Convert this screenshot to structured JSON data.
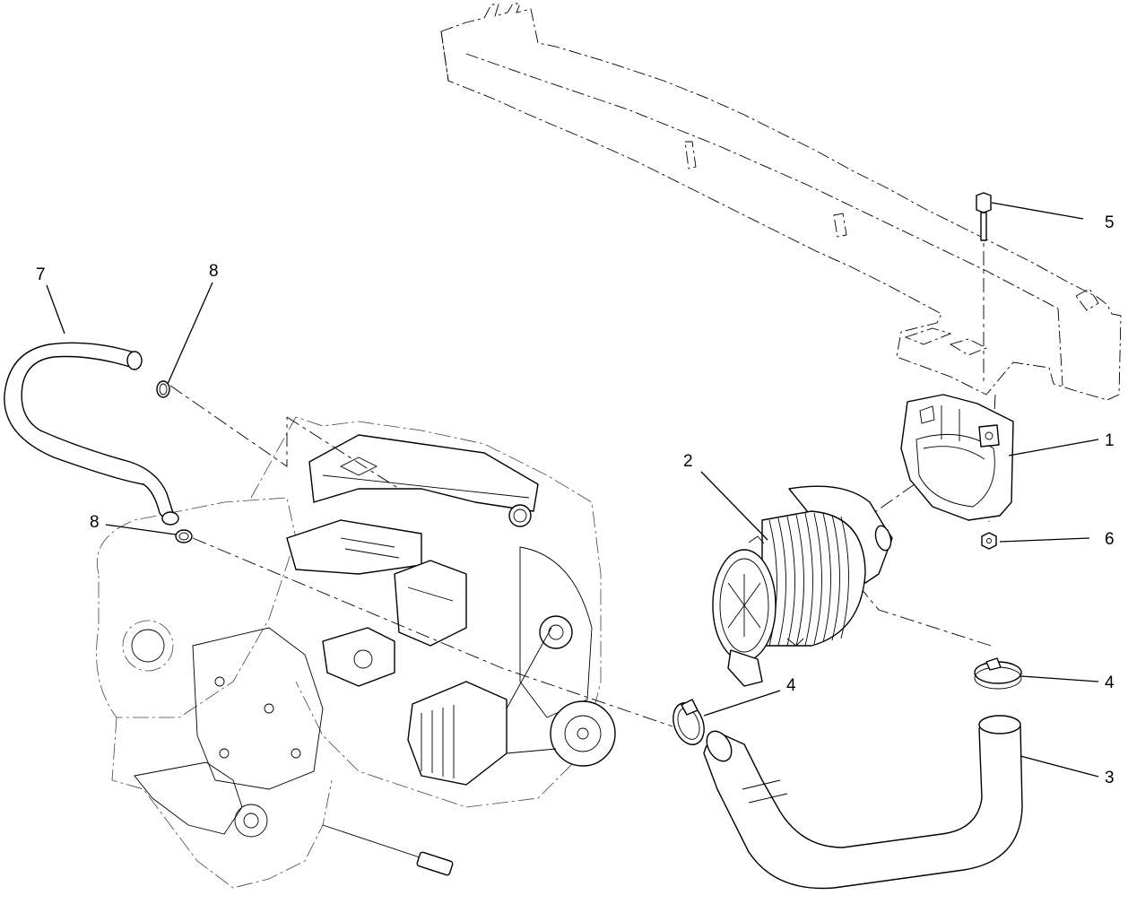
{
  "callouts": {
    "c1": "1",
    "c2": "2",
    "c3": "3",
    "c4a": "4",
    "c4b": "4",
    "c5": "5",
    "c6": "6",
    "c7": "7",
    "c8a": "8",
    "c8b": "8"
  }
}
